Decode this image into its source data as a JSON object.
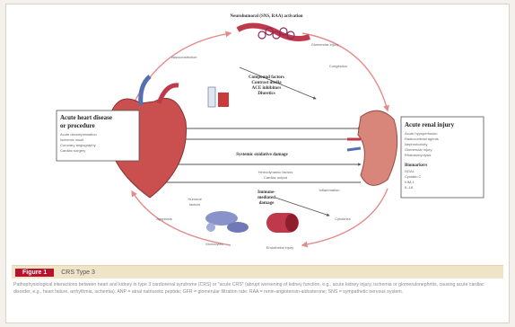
{
  "figure": {
    "tag": "Figure 1",
    "title": "CRS Type 3",
    "caption": "Pathophysiological interactions between heart and kidney in type 3 cardiorenal syndrome (CRS) or \"acute CRS\" (abrupt worsening of kidney function, e.g., acute kidney injury, ischemia or glomerulonephritis, causing acute cardiac disorder, e.g., heart failure, arrhythmia, ischemia). ANP = atrial natriuretic peptide; GFR = glomerular filtration rate; RAA = renin-angiotensin-aldosterone; SNS = sympathetic nervous system."
  },
  "boxes": {
    "heart": {
      "title_line1": "Acute heart disease",
      "title_line2": "or procedure",
      "items": [
        "Acute decompensation",
        "Ischemic insult",
        "Coronary angiography",
        "Cardiac surgery"
      ]
    },
    "kidney": {
      "title": "Acute renal injury",
      "items": [
        "Acute hypoperfusion",
        "Radiocontrast agents",
        "Nephrotoxicity",
        "Glomerular injury",
        "Rhabdomyolysis"
      ],
      "subtitle": "Biomarkers",
      "markers": [
        "NGAL",
        "Cystatin C",
        "KIM-1",
        "IL-18"
      ]
    }
  },
  "labels": {
    "top": "Neurohumoral (SNS, RAA) activation",
    "mid_upper_1": "Compound factors",
    "mid_upper_2": "Contrast media",
    "mid_upper_3": "ACE inhibitors",
    "mid_upper_4": "Diuretics",
    "mid_center": "Systemic oxidative damage",
    "bottom_1": "Immune-",
    "bottom_2": "mediated",
    "bottom_3": "damage",
    "left_mid": "Humoral",
    "left_mid2": "factors",
    "right_mid": "Inflammation",
    "center_small_1": "Hemodynamic factors",
    "center_small_2": "Cardiac output",
    "left_top": "Vasoconstriction",
    "right_top": "Glomerular injury",
    "right_top2": "Congestion",
    "left_bottom": "Apoptosis",
    "right_bottom": "Cytokines",
    "bottom_left": "Monocytes",
    "bottom_right": "Endothelial injury"
  },
  "colors": {
    "arrow": "#e58a8a",
    "connector": "#555555",
    "accent": "#b9122b",
    "heart": "#c9504f",
    "kidney": "#d8857a"
  }
}
